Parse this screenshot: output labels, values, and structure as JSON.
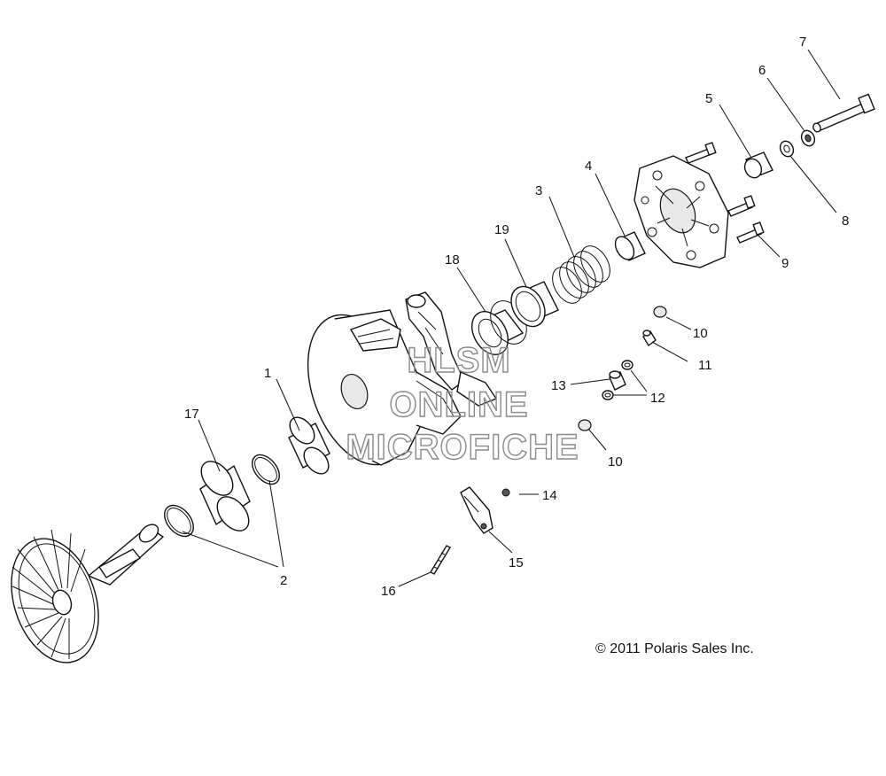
{
  "callouts": [
    {
      "id": "c1",
      "label": "1"
    },
    {
      "id": "c2",
      "label": "2"
    },
    {
      "id": "c3",
      "label": "3"
    },
    {
      "id": "c4",
      "label": "4"
    },
    {
      "id": "c5",
      "label": "5"
    },
    {
      "id": "c6",
      "label": "6"
    },
    {
      "id": "c7",
      "label": "7"
    },
    {
      "id": "c8",
      "label": "8"
    },
    {
      "id": "c9",
      "label": "9"
    },
    {
      "id": "c10a",
      "label": "10"
    },
    {
      "id": "c10b",
      "label": "10"
    },
    {
      "id": "c11",
      "label": "11"
    },
    {
      "id": "c12",
      "label": "12"
    },
    {
      "id": "c13",
      "label": "13"
    },
    {
      "id": "c14",
      "label": "14"
    },
    {
      "id": "c15",
      "label": "15"
    },
    {
      "id": "c16",
      "label": "16"
    },
    {
      "id": "c17",
      "label": "17"
    },
    {
      "id": "c18",
      "label": "18"
    },
    {
      "id": "c19",
      "label": "19"
    }
  ],
  "watermark": {
    "line1": "HLSM",
    "line2": "ONLINE",
    "line3": "MICROFICHE"
  },
  "copyright": "© 2011 Polaris Sales Inc."
}
